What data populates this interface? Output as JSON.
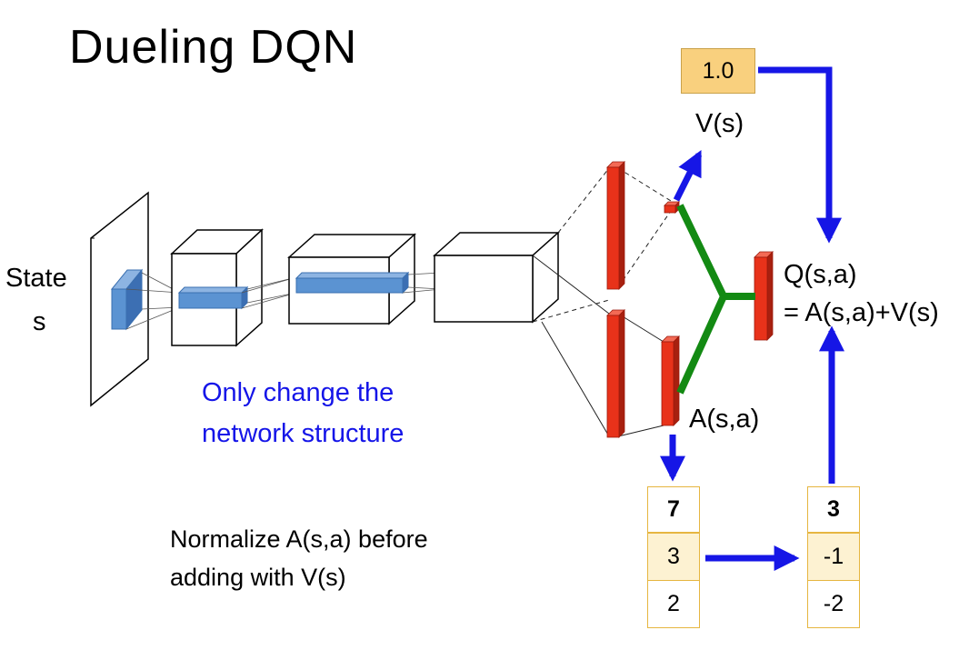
{
  "title": "Dueling DQN",
  "input": {
    "label": "State",
    "symbol": "s"
  },
  "note_blue": [
    "Only change the",
    "network structure"
  ],
  "note_normalize": [
    "Normalize A(s,a) before",
    "adding with V(s)"
  ],
  "value_stream": {
    "label": "V(s)",
    "value": "1.0"
  },
  "advantage_stream": {
    "label": "A(s,a)",
    "values": [
      "7",
      "3",
      "2"
    ]
  },
  "normalized_values": [
    "3",
    "-1",
    "-2"
  ],
  "output": {
    "line1": "Q(s,a)",
    "line2": "= A(s,a)+V(s)"
  },
  "colors": {
    "conv": "#4f88c6",
    "fc": "#e8321a",
    "merge": "#138a13",
    "arrow": "#1616e6",
    "box": "#f9d07e",
    "note": "#1515e8"
  }
}
